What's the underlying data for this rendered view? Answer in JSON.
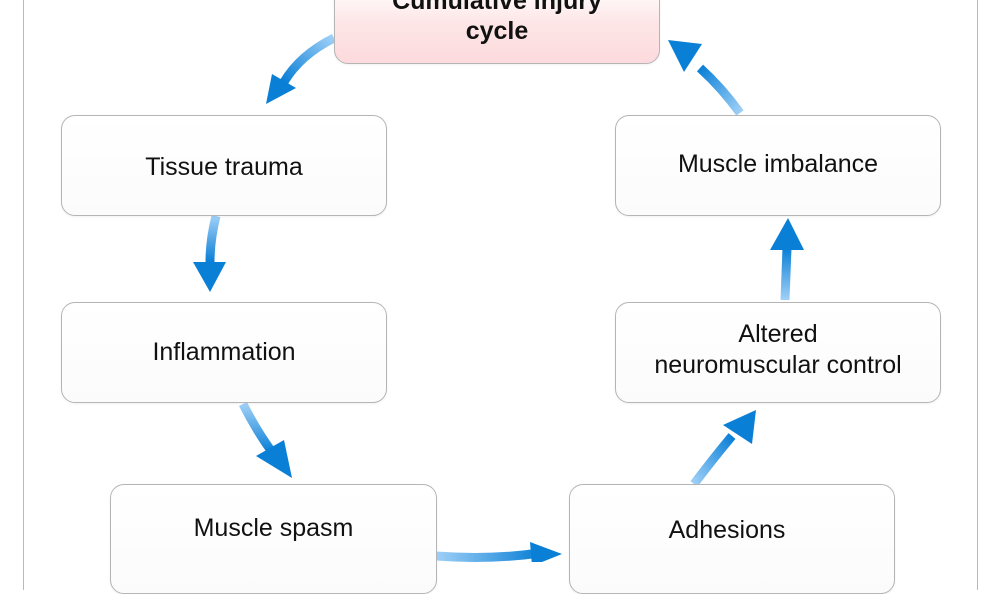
{
  "diagram": {
    "title": "Cumulative injury cycle",
    "title_line1": "Cumulative injury",
    "title_line2": "cycle",
    "nodes": [
      {
        "id": "tissue-trauma",
        "label": "Tissue trauma"
      },
      {
        "id": "inflammation",
        "label": "Inflammation"
      },
      {
        "id": "muscle-spasm",
        "label": "Muscle spasm"
      },
      {
        "id": "adhesions",
        "label": "Adhesions"
      },
      {
        "id": "altered-neuromuscular-control",
        "label_line1": "Altered",
        "label_line2": "neuromuscular control"
      },
      {
        "id": "muscle-imbalance",
        "label": "Muscle imbalance"
      }
    ],
    "flow": [
      "Cumulative injury cycle → Tissue trauma",
      "Tissue trauma → Inflammation",
      "Inflammation → Muscle spasm",
      "Muscle spasm → Adhesions",
      "Adhesions → Altered neuromuscular control",
      "Altered neuromuscular control → Muscle imbalance",
      "Muscle imbalance → Cumulative injury cycle"
    ],
    "colors": {
      "arrow_dark": "#0a7fd6",
      "arrow_light": "#9fd0f7",
      "title_fill": "#fddadd",
      "node_border": "#b5b5b5"
    }
  }
}
